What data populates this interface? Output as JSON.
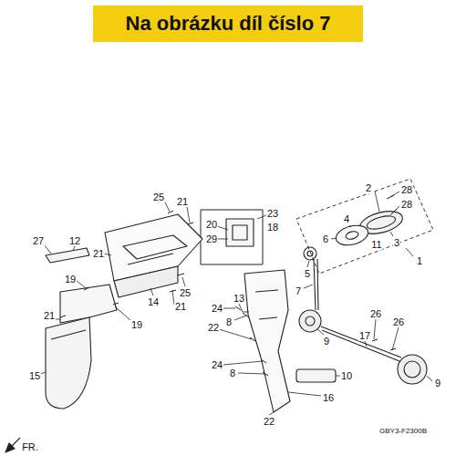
{
  "diagram": {
    "nodes": [
      {
        "text": [
          "Na obrázku díl číslo 7"
        ]
      }
    ],
    "labels": [
      "28",
      "2",
      "28",
      "4",
      "6",
      "11",
      "3",
      "1",
      "20",
      "23",
      "29",
      "18",
      "25",
      "21",
      "27",
      "12",
      "21",
      "5",
      "7",
      "13",
      "24",
      "8",
      "25",
      "21",
      "19",
      "14",
      "9",
      "17",
      "26",
      "26",
      "22",
      "21",
      "19",
      "24",
      "8",
      "10",
      "16",
      "15",
      "22",
      "9",
      "FR.",
      "GBY3-F2300B"
    ]
  }
}
